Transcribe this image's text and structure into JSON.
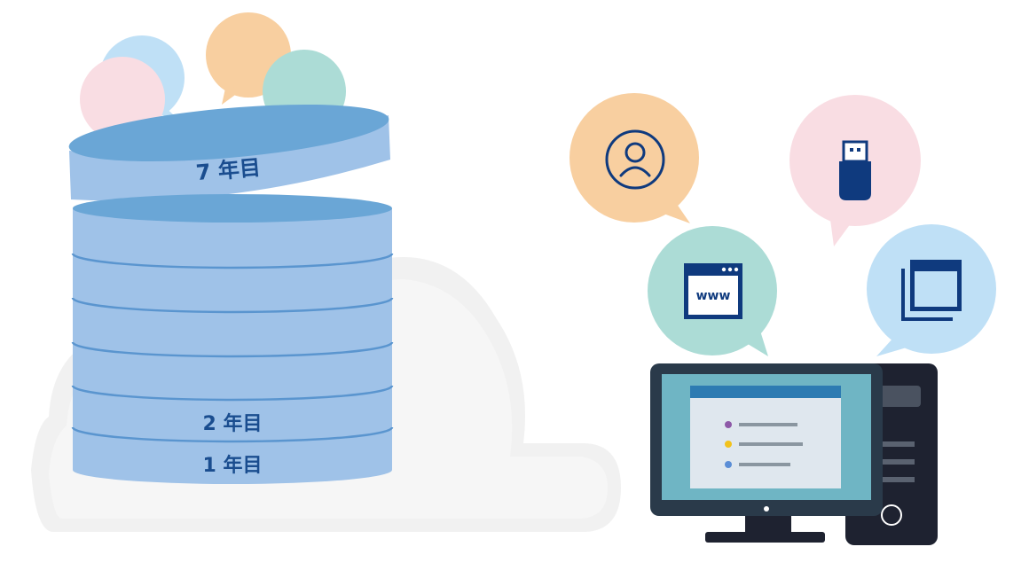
{
  "layers": {
    "top_label": "7 年目",
    "second_label": "2 年目",
    "first_label": "1 年目"
  },
  "icons": {
    "storage_bubbles": [
      "speech-bubble-blue-icon",
      "speech-bubble-pink-icon",
      "speech-bubble-orange-icon",
      "speech-bubble-teal-icon"
    ],
    "pc_bubbles": [
      "user-icon",
      "usb-drive-icon",
      "www-browser-icon",
      "windows-icon"
    ],
    "www_text": "www"
  },
  "colors": {
    "layer_fill": "#9fc2e8",
    "layer_top": "#6aa6d6",
    "layer_line": "#5a95cf",
    "label": "#1a4d8f",
    "cloud": "#efefef",
    "bubble_orange": "#f8cfa0",
    "bubble_pink": "#f9dde3",
    "bubble_teal": "#acdcd6",
    "bubble_blue": "#bfe0f6",
    "icon_navy": "#0f3a7e",
    "monitor_frame": "#2a3a4a",
    "monitor_screen": "#6fb5c4",
    "window_header": "#2d7bb2",
    "window_body": "#dfe7ee",
    "tower": "#1e2230"
  }
}
